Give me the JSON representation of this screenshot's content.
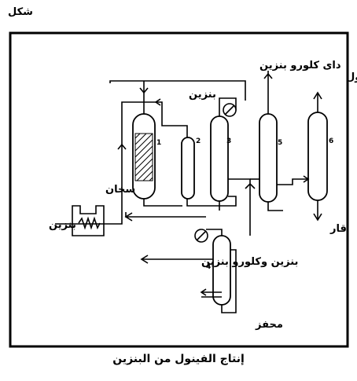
{
  "figure_label": "شكل",
  "caption": "إنتاج الفينول من البنزين",
  "labels": {
    "dichlorobenzene": "داى كلورو بنزين",
    "phenol": "فينول",
    "benzene_top": "بنزين",
    "oven": "سخان",
    "benzene_feed": "بنزين",
    "tar": "قار",
    "benzene_chlorobenzene": "بنزين وكلورو بنزين",
    "catalyst": "محفز"
  },
  "vessels": {
    "v1": "1",
    "v2": "2",
    "v3": "3",
    "v4": "4",
    "v5": "5",
    "v6": "6"
  }
}
